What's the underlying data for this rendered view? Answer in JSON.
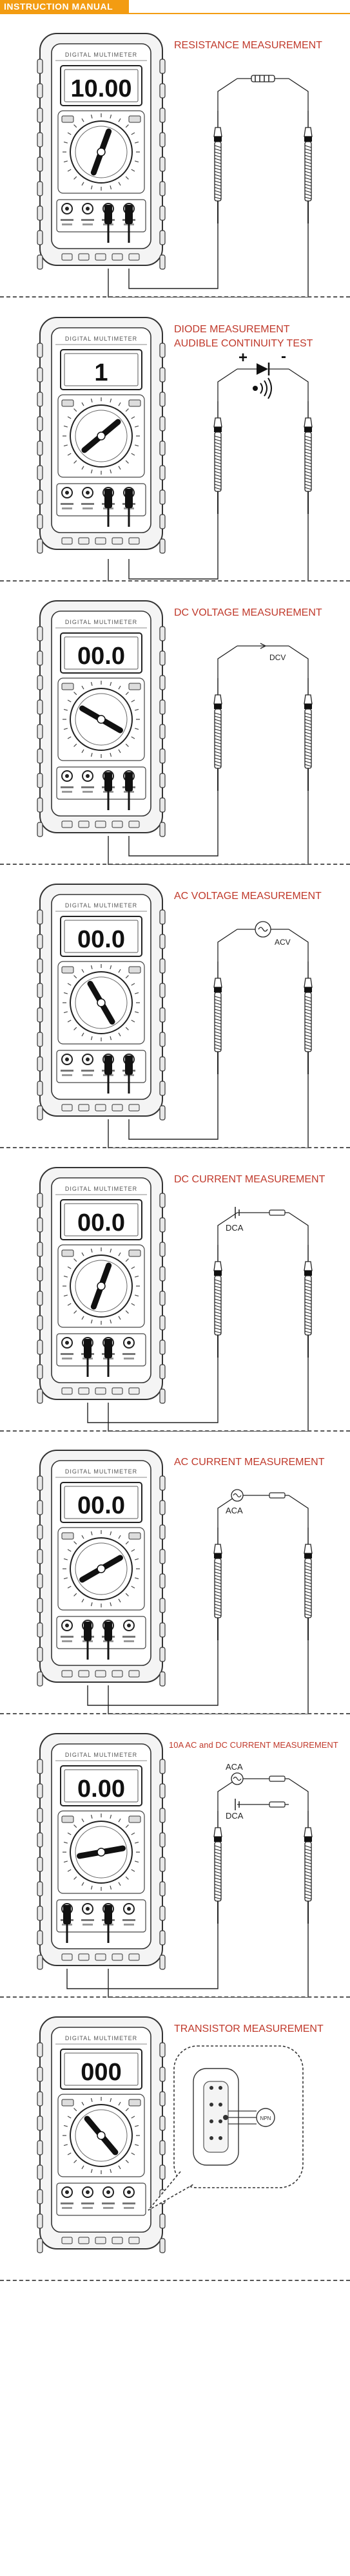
{
  "header": {
    "title": "INSTRUCTION MANUAL",
    "accent_color": "#f39c12"
  },
  "meter": {
    "brand": "DIGITAL MULTIMETER"
  },
  "title_color": "#c0392b",
  "sections": [
    {
      "title": "RESISTANCE MEASUREMENT",
      "display": "10.00",
      "component": "resistor",
      "label": ""
    },
    {
      "title": "DIODE MEASUREMENT",
      "title2": "AUDIBLE CONTINUITY TEST",
      "display": "1",
      "component": "diode",
      "label": "",
      "symbols": [
        "+",
        "-"
      ]
    },
    {
      "title": "DC VOLTAGE MEASUREMENT",
      "display": "00.0",
      "component": "dcv",
      "label": "DCV"
    },
    {
      "title": "AC VOLTAGE MEASUREMENT",
      "display": "00.0",
      "component": "acv",
      "label": "ACV"
    },
    {
      "title": "DC CURRENT MEASUREMENT",
      "display": "00.0",
      "component": "dca",
      "label": "DCA"
    },
    {
      "title": "AC CURRENT MEASUREMENT",
      "display": "00.0",
      "component": "aca",
      "label": "ACA"
    },
    {
      "title": "10A AC and DC CURRENT MEASUREMENT",
      "display": "0.00",
      "component": "10a",
      "label": "ACA",
      "label2": "DCA"
    },
    {
      "title": "TRANSISTOR MEASUREMENT",
      "display": "000",
      "component": "hfe",
      "label": "",
      "socket_label": "NPN"
    }
  ]
}
